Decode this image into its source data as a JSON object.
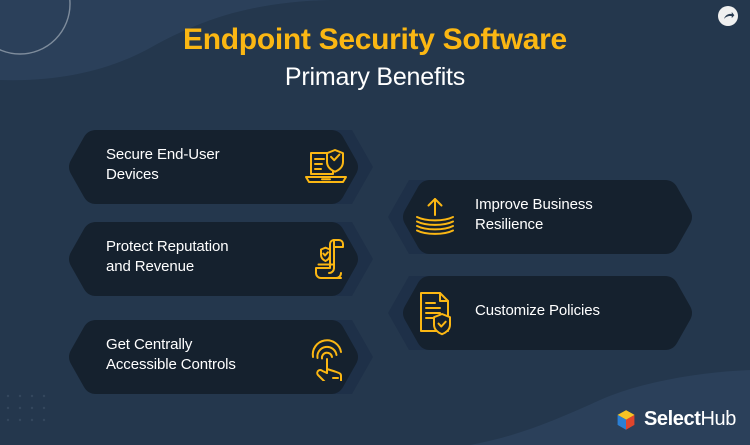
{
  "header": {
    "title": "Endpoint Security Software",
    "subtitle": "Primary Benefits",
    "title_color": "#FBB713",
    "subtitle_color": "#FFFFFF"
  },
  "theme": {
    "background": "#24374D",
    "wave": "#2B405A",
    "card_fill": "#15212E",
    "icon_hex_fill": "#1E3048",
    "accent": "#FBB713",
    "text": "#FFFFFF"
  },
  "share_badge": {
    "icon": "share-arrow-icon",
    "circle_color": "#F0F0F0"
  },
  "benefits": {
    "left": [
      {
        "label": "Secure End-User\nDevices",
        "icon": "laptop-shield-check-icon"
      },
      {
        "label": "Protect Reputation\nand Revenue",
        "icon": "scroll-certificate-shield-icon"
      },
      {
        "label": "Get Centrally\nAccessible Controls",
        "icon": "fingerprint-touch-hand-icon"
      }
    ],
    "right": [
      {
        "label": "Improve Business\nResilience",
        "icon": "up-arrow-stacked-lines-icon"
      },
      {
        "label": "Customize Policies",
        "icon": "document-shield-check-icon"
      }
    ]
  },
  "logo": {
    "brand_bold": "Select",
    "brand_light": "Hub",
    "icon": "selecthub-cube-icon",
    "cube_colors": {
      "top": "#F7C325",
      "right": "#E0452C",
      "left": "#2B7FD4"
    }
  }
}
